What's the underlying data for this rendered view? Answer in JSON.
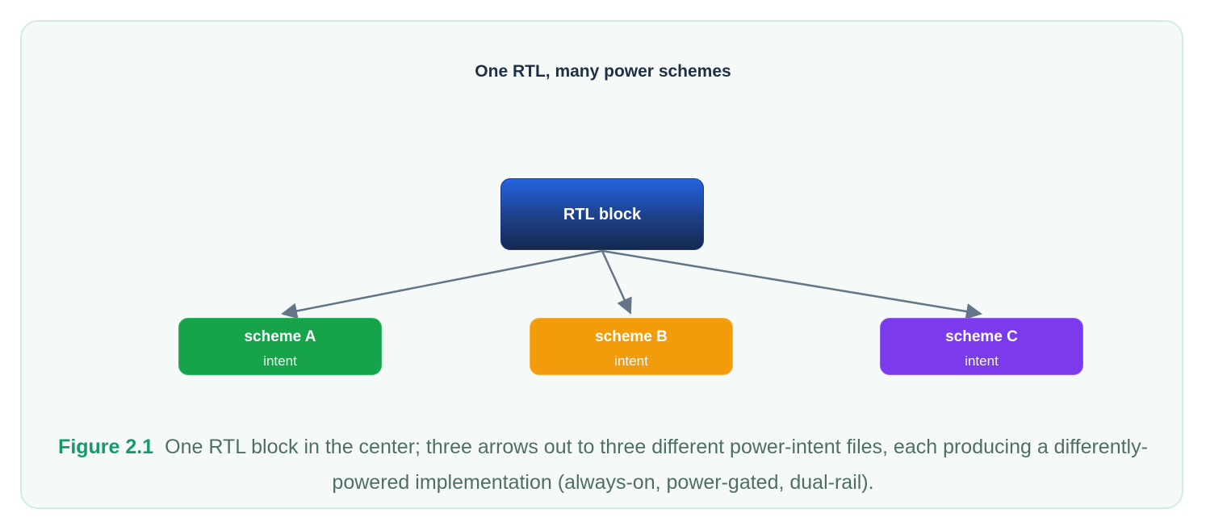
{
  "diagram": {
    "title": "One RTL, many power schemes",
    "root": {
      "label": "RTL block"
    },
    "schemes": [
      {
        "label": "scheme A",
        "sub": "intent",
        "color": "#16a34a"
      },
      {
        "label": "scheme B",
        "sub": "intent",
        "color": "#f39c0b"
      },
      {
        "label": "scheme C",
        "sub": "intent",
        "color": "#7c3aed"
      }
    ],
    "arrow_color": "#647489"
  },
  "caption": {
    "figure_label": "Figure 2.1",
    "text": "One RTL block in the center; three arrows out to three different power-intent files, each producing a differently-powered implementation (always-on, power-gated, dual-rail)."
  }
}
